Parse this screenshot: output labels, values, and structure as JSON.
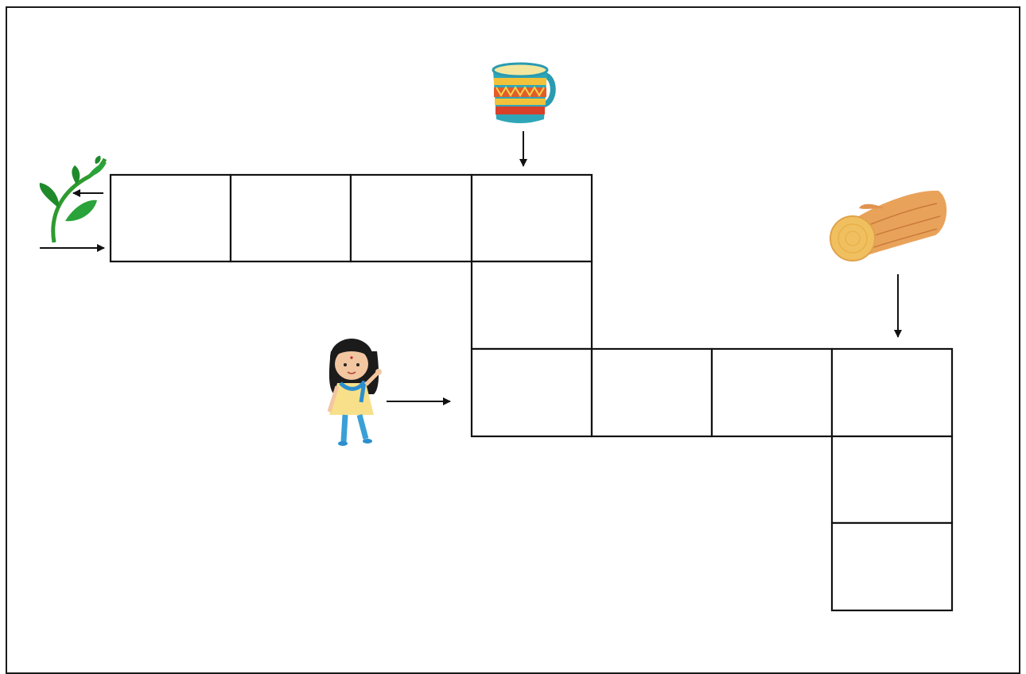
{
  "puzzle": {
    "type": "picture crossword",
    "grid_color": "#111111",
    "clues": [
      {
        "icon": "mug-icon",
        "direction": "down",
        "cells": 3
      },
      {
        "icon": "leaf-sprig-icon",
        "direction": "across",
        "cells": 4
      },
      {
        "icon": "girl-icon",
        "direction": "across",
        "cells": 4
      },
      {
        "icon": "log-icon",
        "direction": "down",
        "cells": 3
      }
    ]
  }
}
